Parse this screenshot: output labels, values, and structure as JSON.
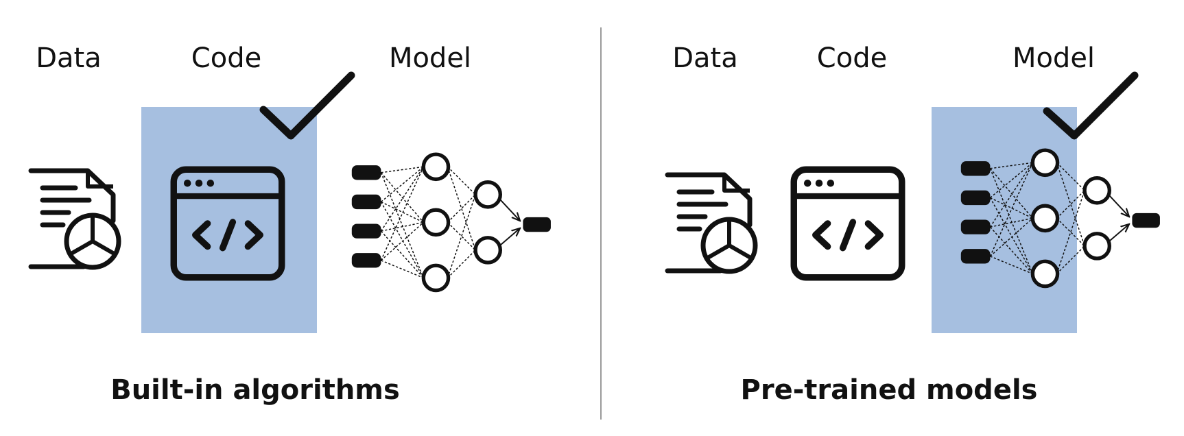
{
  "colors": {
    "highlight": "#a6bfe0",
    "ink": "#111111",
    "divider": "#9a9a9a",
    "background": "#ffffff"
  },
  "panels": [
    {
      "headings": [
        "Data",
        "Code",
        "Model"
      ],
      "caption": "Built-in algorithms",
      "highlighted": "Code",
      "checked": true,
      "icons": [
        "document-chart-icon",
        "code-window-icon",
        "neural-network-icon"
      ]
    },
    {
      "headings": [
        "Data",
        "Code",
        "Model"
      ],
      "caption": "Pre-trained models",
      "highlighted": "Model",
      "checked": true,
      "icons": [
        "document-chart-icon",
        "code-window-icon",
        "neural-network-icon"
      ]
    }
  ]
}
